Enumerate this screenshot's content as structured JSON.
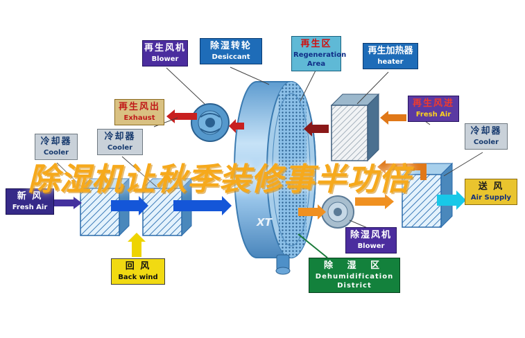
{
  "title": "除湿机让秋季装修事半功倍",
  "watermark": "XT",
  "labels": {
    "regen_blower": {
      "zh": "再生风机",
      "en": "Blower"
    },
    "desiccant": {
      "zh": "除湿转轮",
      "en": "Desiccant"
    },
    "regen_area": {
      "zh": "再生区",
      "en": "Regeneration Area"
    },
    "regen_heater": {
      "zh": "再生加热器",
      "en": "heater"
    },
    "exhaust": {
      "zh": "再生风出",
      "en": "Exhaust"
    },
    "regen_fresh_air": {
      "zh": "再生风进",
      "en": "Fresh Air"
    },
    "cooler_a": {
      "zh": "冷却器",
      "en": "Cooler"
    },
    "cooler_b": {
      "zh": "冷却器",
      "en": "Cooler"
    },
    "cooler_c": {
      "zh": "冷却器",
      "en": "Cooler"
    },
    "fresh_air": {
      "zh": "新  风",
      "en": "Fresh Air"
    },
    "back_wind": {
      "zh": "回  风",
      "en": "Back wind"
    },
    "air_supply": {
      "zh": "送  风",
      "en": "Air Supply"
    },
    "dehumid_blower": {
      "zh": "除湿风机",
      "en": "Blower"
    },
    "dehumid_area": {
      "zh": "除 湿 区",
      "en1": "Dehumidification",
      "en2": "District"
    }
  },
  "colors": {
    "title_gold": "#f6a91c",
    "label_purple": "#4b2d9e",
    "label_blue": "#1e6cb8",
    "label_teal": "#5fb9d6",
    "label_tan": "#d9c182",
    "label_gray": "#c9d1d9",
    "label_indigo": "#362a88",
    "label_yellow": "#f1da12",
    "label_gold": "#e9c42e",
    "label_green": "#13813c",
    "arrow_blue": "#1456d8",
    "arrow_purple": "#44319e",
    "arrow_yellow": "#eed400",
    "arrow_orange": "#f09020",
    "arrow_red": "#c82020",
    "arrow_dark_red": "#8a1818",
    "arrow_cyan": "#18c8e8",
    "wheel_blue": "#7ab4e0"
  }
}
